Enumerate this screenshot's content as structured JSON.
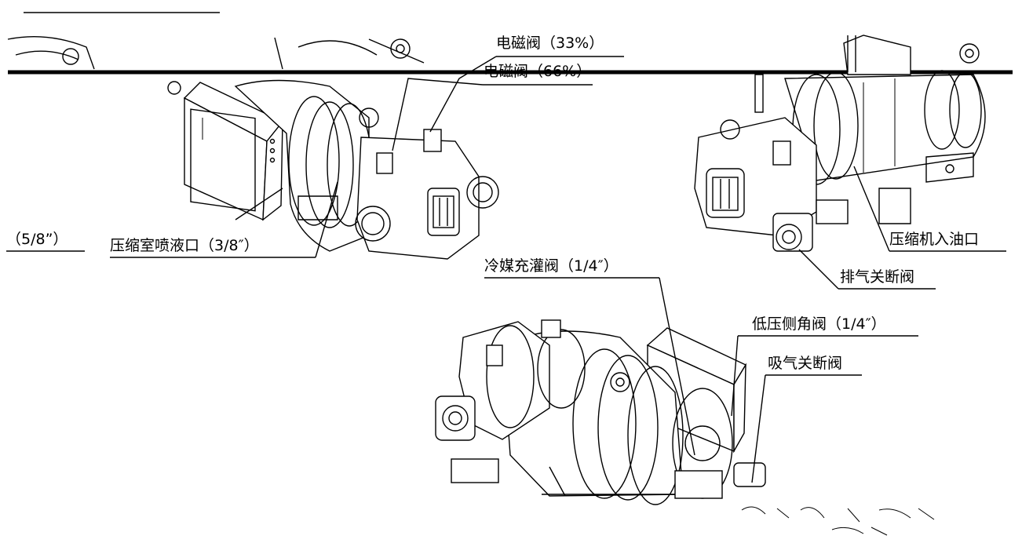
{
  "labels": {
    "solenoid_33": "电磁阀（33%）",
    "solenoid_66": "电磁阀（66%）",
    "pipe_5_8": "（5/8”）",
    "liquid_injection": "压缩室喷液口（3/8″）",
    "oil_inlet": "压缩机入油口",
    "discharge_valve": "排气关断阀",
    "refrigerant_valve": "冷媒充灌阀（1/4″）",
    "low_side_valve": "低压侧角阀（1/4″）",
    "suction_valve": "吸气关断阀"
  }
}
